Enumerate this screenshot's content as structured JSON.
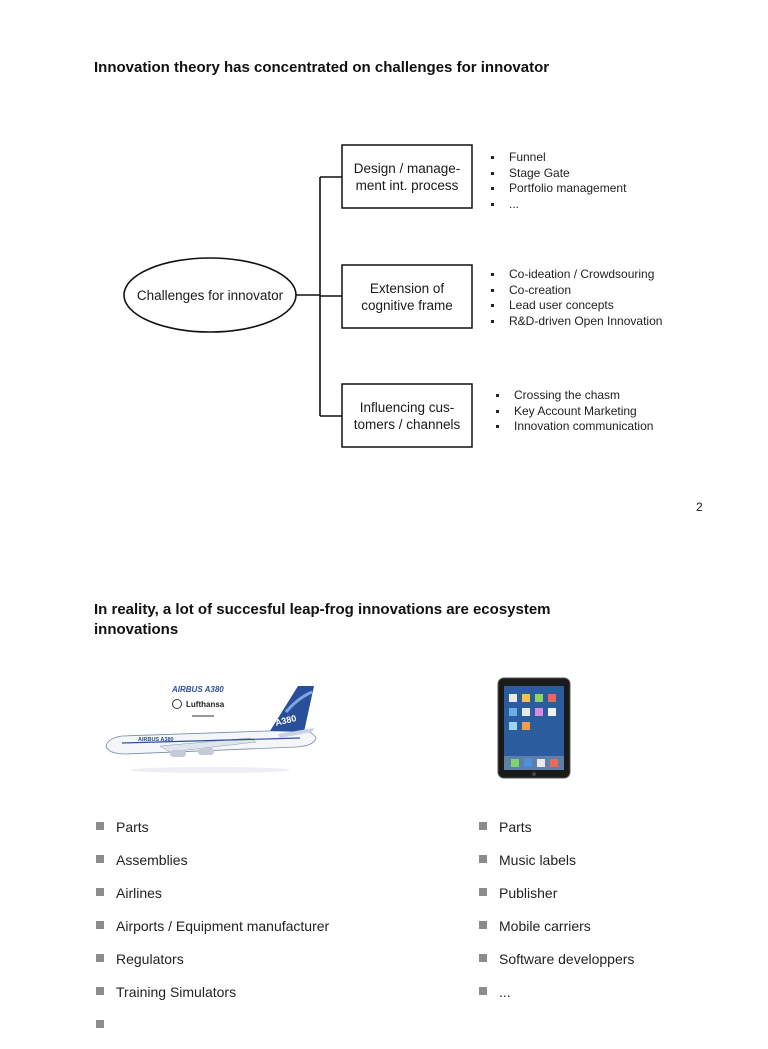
{
  "slide1": {
    "title": "Innovation theory has concentrated on challenges for innovator",
    "center_node": "Challenges for innovator",
    "branches": [
      {
        "label": "Design / manage-ment int. process",
        "bullets": [
          "Funnel",
          "Stage Gate",
          "Portfolio management",
          "..."
        ]
      },
      {
        "label": "Extension of cognitive frame",
        "bullets": [
          "Co-ideation / Crowdsouring",
          "Co-creation",
          "Lead user concepts",
          "R&D-driven Open Innovation"
        ]
      },
      {
        "label": "Influencing cus-tomers / channels",
        "bullets": [
          "Crossing the chasm",
          "Key Account Marketing",
          "Innovation communication"
        ]
      }
    ],
    "page_number": "2"
  },
  "slide2": {
    "title": "In reality, a lot of succesful leap-frog innovations are ecosystem innovations",
    "airplane_image": {
      "logo_text": "AIRBUS A380",
      "airline_text": "Lufthansa",
      "tail_text": "A380",
      "fuselage_text": "AIRBUS A380",
      "icon": "airplane-icon"
    },
    "tablet_image": {
      "icon": "tablet-icon"
    },
    "airbus_list": [
      "Parts",
      "Assemblies",
      "Airlines",
      "Airports / Equipment manufacturer",
      "Regulators",
      "Training Simulators",
      ""
    ],
    "ipad_list": [
      "Parts",
      "Music labels",
      "Publisher",
      "Mobile carriers",
      "Software developpers",
      "..."
    ]
  },
  "colors": {
    "text": "#1a1a1a",
    "line": "#111111",
    "square_bullet": "#8c8c8c",
    "airbus_blue": "#2a4f9a",
    "ipad_frame": "#1a1a1a"
  }
}
